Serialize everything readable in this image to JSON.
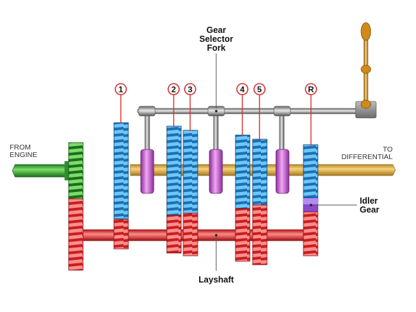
{
  "diagram": {
    "title": "Manual gearbox layout",
    "labels": {
      "gear_selector_fork": [
        "Gear",
        "Selector",
        "Fork"
      ],
      "from_engine": [
        "FROM",
        "ENGINE"
      ],
      "to_differential": [
        "TO",
        "DIFFERENTIAL"
      ],
      "idler_gear": [
        "Idler",
        "Gear"
      ],
      "layshaft": "Layshaft"
    },
    "gear_markers": [
      "1",
      "2",
      "3",
      "4",
      "5",
      "R"
    ],
    "colors": {
      "input_gear": "#3aa43a",
      "output_gear": "#3fa9e8",
      "layshaft_gear": "#e8333a",
      "selector_collar": "#c060c8",
      "output_shaft": "#e8b84a",
      "idler": "#8a4ad0",
      "selector_rod": "#9a9a9a",
      "lever": "#d08a18",
      "marker_ring": "#d83030"
    }
  }
}
